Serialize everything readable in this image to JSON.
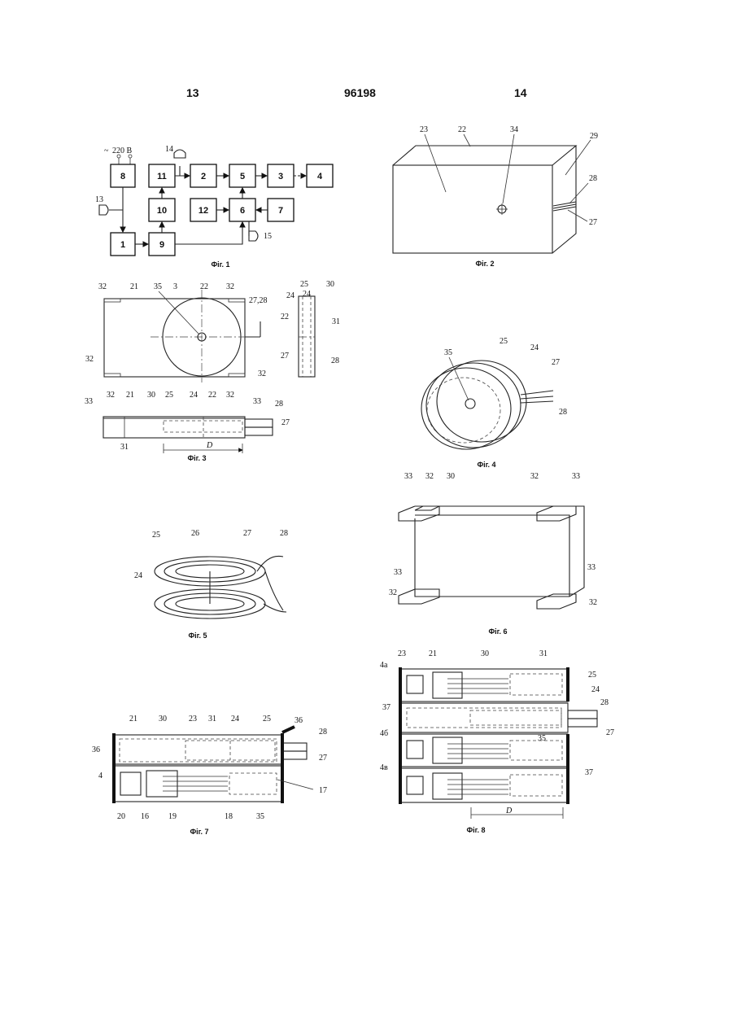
{
  "header": {
    "left_page": "13",
    "patent_number": "96198",
    "right_page": "14"
  },
  "fig1": {
    "caption": "Фіг. 1",
    "supply": "220 В",
    "blocks": [
      "1",
      "2",
      "3",
      "4",
      "5",
      "6",
      "7",
      "8",
      "9",
      "10",
      "11",
      "12"
    ],
    "ext": [
      "13",
      "14",
      "15"
    ]
  },
  "fig2": {
    "caption": "Фіг. 2",
    "labels": [
      "23",
      "22",
      "34",
      "29",
      "28",
      "27"
    ]
  },
  "fig3": {
    "caption": "Фіг. 3",
    "labels": [
      "32",
      "21",
      "35",
      "3",
      "22",
      "32",
      "27,28",
      "32",
      "32",
      "24",
      "25",
      "30",
      "22",
      "31",
      "27",
      "28",
      "33",
      "32",
      "21",
      "30",
      "25",
      "24",
      "22",
      "32",
      "33",
      "28",
      "27",
      "31"
    ],
    "dim": "D"
  },
  "fig4": {
    "caption": "Фіг. 4",
    "labels": [
      "35",
      "25",
      "24",
      "27",
      "28"
    ]
  },
  "fig5": {
    "caption": "Фіг. 5",
    "labels": [
      "25",
      "26",
      "27",
      "28",
      "24"
    ]
  },
  "fig6": {
    "caption": "Фіг. 6",
    "labels": [
      "33",
      "32",
      "30",
      "32",
      "33",
      "33",
      "32",
      "33",
      "32"
    ]
  },
  "fig7": {
    "caption": "Фіг. 7",
    "labels": [
      "21",
      "30",
      "23",
      "31",
      "24",
      "25",
      "36",
      "28",
      "36",
      "27",
      "4",
      "17",
      "20",
      "16",
      "19",
      "18",
      "35"
    ]
  },
  "fig8": {
    "caption": "Фіг. 8",
    "labels": [
      "23",
      "21",
      "30",
      "31",
      "4а",
      "25",
      "24",
      "37",
      "28",
      "4б",
      "27",
      "35",
      "4в",
      "37"
    ],
    "dim": "D"
  }
}
